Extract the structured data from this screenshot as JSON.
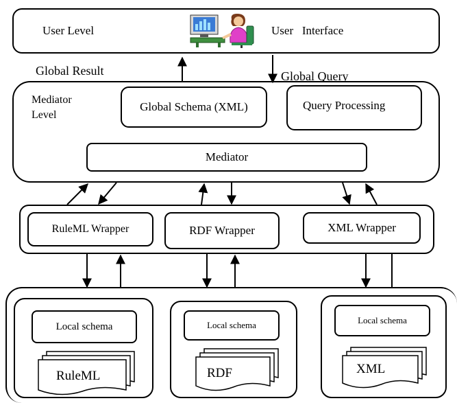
{
  "user_level": {
    "label": "User Level",
    "interface_label": "User   Interface",
    "icon": "user-at-computer-icon"
  },
  "flows": {
    "global_result": "Global Result",
    "global_query": "Global Query"
  },
  "mediator_level": {
    "label_line1": "Mediator",
    "label_line2": "Level",
    "global_schema": "Global Schema (XML)",
    "query_processing": "Query Processing",
    "mediator": "Mediator"
  },
  "wrappers": {
    "ruleml": "RuleML Wrapper",
    "rdf": "RDF Wrapper",
    "xml": "XML Wrapper"
  },
  "sources": {
    "ruleml": {
      "schema": "Local schema",
      "doc": "RuleML"
    },
    "rdf": {
      "schema": "Local schema",
      "doc": "RDF"
    },
    "xml": {
      "schema": "Local schema",
      "doc": "XML"
    }
  }
}
